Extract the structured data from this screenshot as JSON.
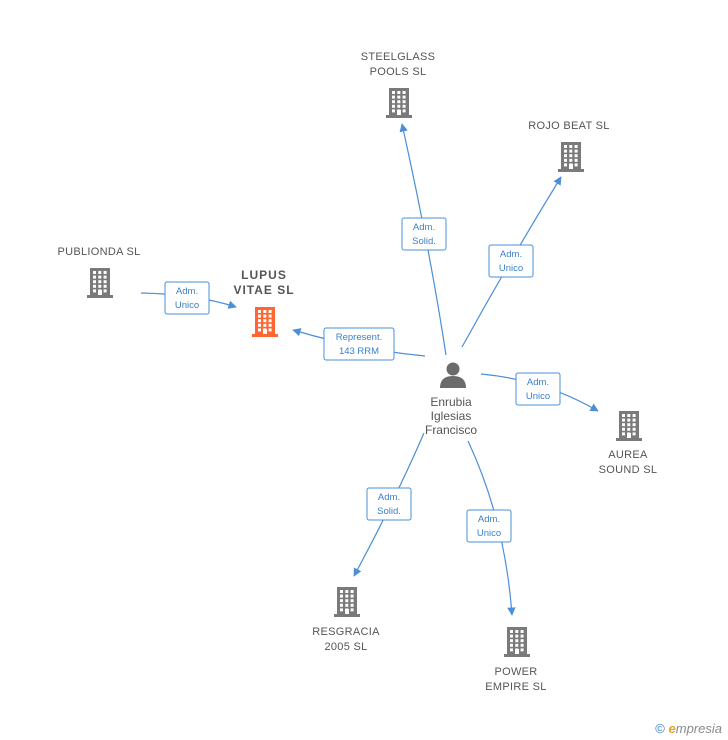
{
  "colors": {
    "company": "#7a7a7a",
    "focus_company": "#ff6633",
    "person": "#6b6b6b",
    "edge": "#4a8fd8"
  },
  "person": {
    "name_lines": [
      "Enrubia",
      "Iglesias",
      "Francisco"
    ],
    "icon": "person-icon"
  },
  "companies": [
    {
      "id": "steelglass",
      "lines": [
        "STEELGLASS",
        "POOLS  SL"
      ],
      "icon": "building-icon",
      "focus": false
    },
    {
      "id": "rojobeat",
      "lines": [
        "ROJO BEAT  SL"
      ],
      "icon": "building-icon",
      "focus": false
    },
    {
      "id": "publionda",
      "lines": [
        "PUBLIONDA SL"
      ],
      "icon": "building-icon",
      "focus": false
    },
    {
      "id": "lupus",
      "lines": [
        "LUPUS",
        "VITAE  SL"
      ],
      "icon": "building-icon",
      "focus": true
    },
    {
      "id": "aurea",
      "lines": [
        "AUREA",
        "SOUND  SL"
      ],
      "icon": "building-icon",
      "focus": false
    },
    {
      "id": "resgracia",
      "lines": [
        "RESGRACIA",
        "2005  SL"
      ],
      "icon": "building-icon",
      "focus": false
    },
    {
      "id": "power",
      "lines": [
        "POWER",
        "EMPIRE  SL"
      ],
      "icon": "building-icon",
      "focus": false
    }
  ],
  "edges": [
    {
      "from": "person",
      "to": "steelglass",
      "label": [
        "Adm.",
        "Solid."
      ]
    },
    {
      "from": "person",
      "to": "rojobeat",
      "label": [
        "Adm.",
        "Unico"
      ]
    },
    {
      "from": "publionda",
      "to": "lupus",
      "label": [
        "Adm.",
        "Unico"
      ]
    },
    {
      "from": "person",
      "to": "lupus",
      "label": [
        "Represent.",
        "143 RRM"
      ]
    },
    {
      "from": "person",
      "to": "aurea",
      "label": [
        "Adm.",
        "Unico"
      ]
    },
    {
      "from": "person",
      "to": "resgracia",
      "label": [
        "Adm.",
        "Solid."
      ]
    },
    {
      "from": "person",
      "to": "power",
      "label": [
        "Adm.",
        "Unico"
      ]
    }
  ],
  "footer": {
    "copyright": "©",
    "brand_initial": "e",
    "brand_rest": "mpresia"
  }
}
